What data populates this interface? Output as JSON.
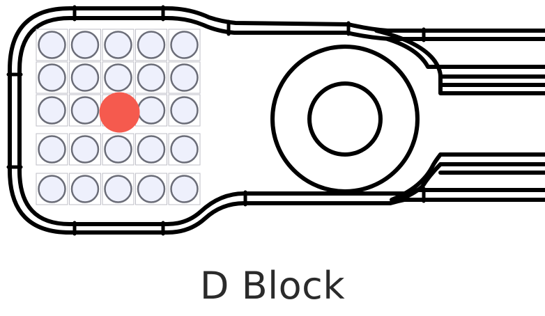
{
  "block": {
    "label": "D Block",
    "rows": 5,
    "cols": 5,
    "marker": {
      "row": 2,
      "col": 2
    }
  },
  "colors": {
    "outline": "#000000",
    "seat_fill": "#eef0fc",
    "seat_stroke": "#6b6d78",
    "seat_tile": "#bdbdc6",
    "marker": "#f55a4e",
    "label": "#2b2b2b"
  }
}
